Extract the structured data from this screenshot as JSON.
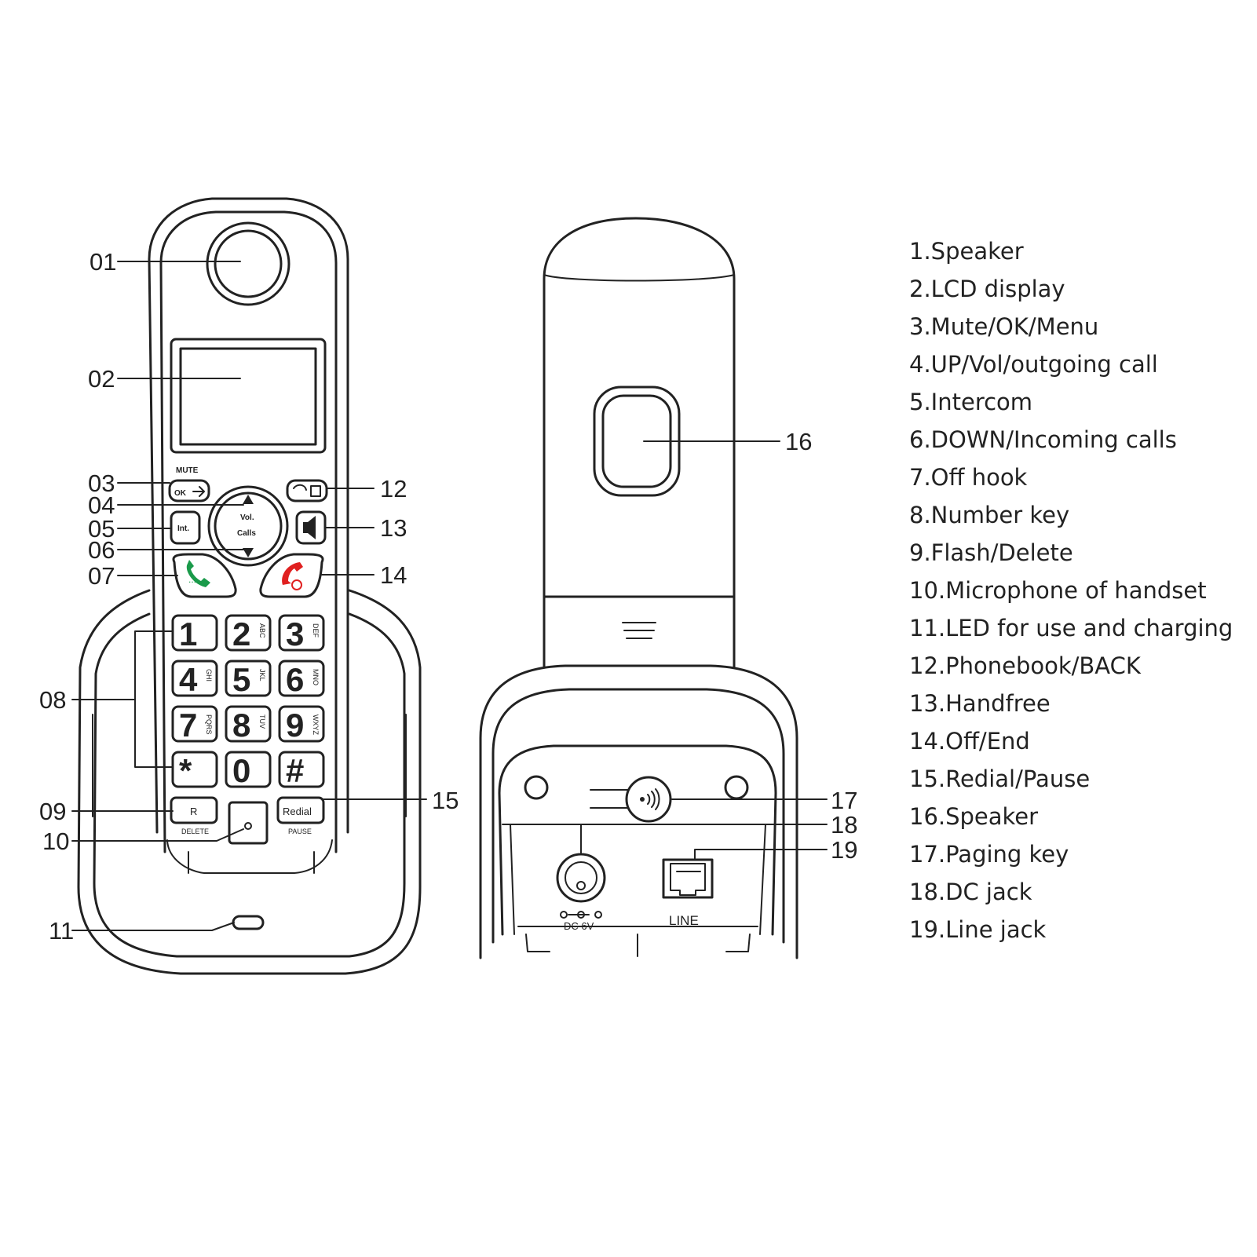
{
  "handset": {
    "callouts": [
      "01",
      "02",
      "03",
      "04",
      "05",
      "06",
      "07",
      "08",
      "09",
      "10",
      "11",
      "12",
      "13",
      "14",
      "15"
    ],
    "mute_label": "MUTE",
    "ok_label": "OK",
    "int_label": "Int.",
    "vol_label": "Vol.",
    "calls_label": "Calls",
    "redial_label": "Redial",
    "r_label": "R",
    "delete_label": "DELETE",
    "pause_label": "PAUSE",
    "keys": [
      {
        "digit": "1",
        "letters": ""
      },
      {
        "digit": "2",
        "letters": "ABC"
      },
      {
        "digit": "3",
        "letters": "DEF"
      },
      {
        "digit": "4",
        "letters": "GHI"
      },
      {
        "digit": "5",
        "letters": "JKL"
      },
      {
        "digit": "6",
        "letters": "MNO"
      },
      {
        "digit": "7",
        "letters": "PQRS"
      },
      {
        "digit": "8",
        "letters": "TUV"
      },
      {
        "digit": "9",
        "letters": "WXYZ"
      },
      {
        "digit": "*",
        "letters": ""
      },
      {
        "digit": "0",
        "letters": ""
      },
      {
        "digit": "#",
        "letters": ""
      }
    ]
  },
  "base": {
    "callouts": [
      "16",
      "17",
      "18",
      "19"
    ],
    "dc_label": "DC 6V",
    "line_label": "LINE"
  },
  "legend": [
    "1.Speaker",
    "2.LCD display",
    "3.Mute/OK/Menu",
    "4.UP/Vol/outgoing call",
    "5.Intercom",
    "6.DOWN/Incoming calls",
    "7.Off hook",
    "8.Number key",
    "9.Flash/Delete",
    "10.Microphone of handset",
    "11.LED for use and charging",
    "12.Phonebook/BACK",
    "13.Handfree",
    "14.Off/End",
    "15.Redial/Pause",
    "16.Speaker",
    "17.Paging key",
    "18.DC jack",
    "19.Line jack"
  ],
  "colors": {
    "line": "#222222",
    "call_green": "#1a9a4a",
    "end_red": "#e02020"
  }
}
